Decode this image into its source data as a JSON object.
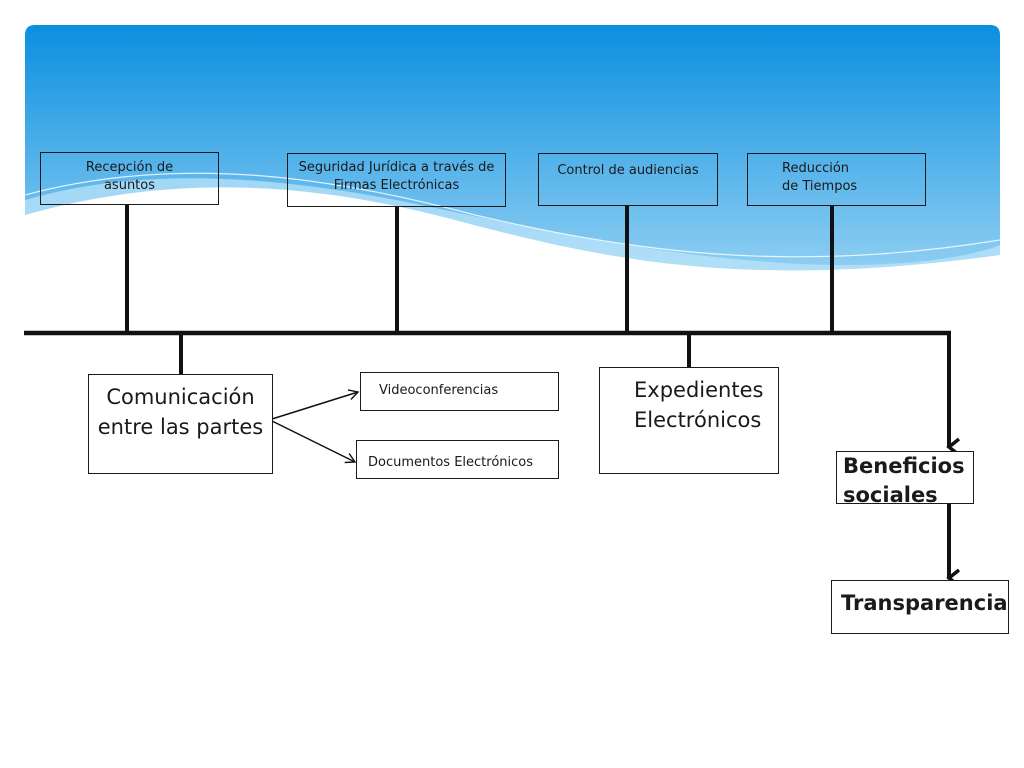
{
  "top_boxes": [
    {
      "label": "Recepción de asuntos"
    },
    {
      "label": "Seguridad Jurídica a través de Firmas Electrónicas"
    },
    {
      "label": "Control de audiencias"
    },
    {
      "label": "Reducción de Tiempos"
    }
  ],
  "bottom_boxes": {
    "comunicacion": "Comunicación entre las partes",
    "videoconferencias": "Videoconferencias",
    "documentos": "Documentos Electrónicos",
    "expedientes": "Expedientes Electrónicos"
  },
  "outcomes": {
    "beneficios": "Beneficios sociales",
    "transparencia": "Transparencia"
  },
  "colors": {
    "banner_top": "#0a8fdf",
    "banner_bottom": "#9fd6f5",
    "line": "#111111"
  }
}
